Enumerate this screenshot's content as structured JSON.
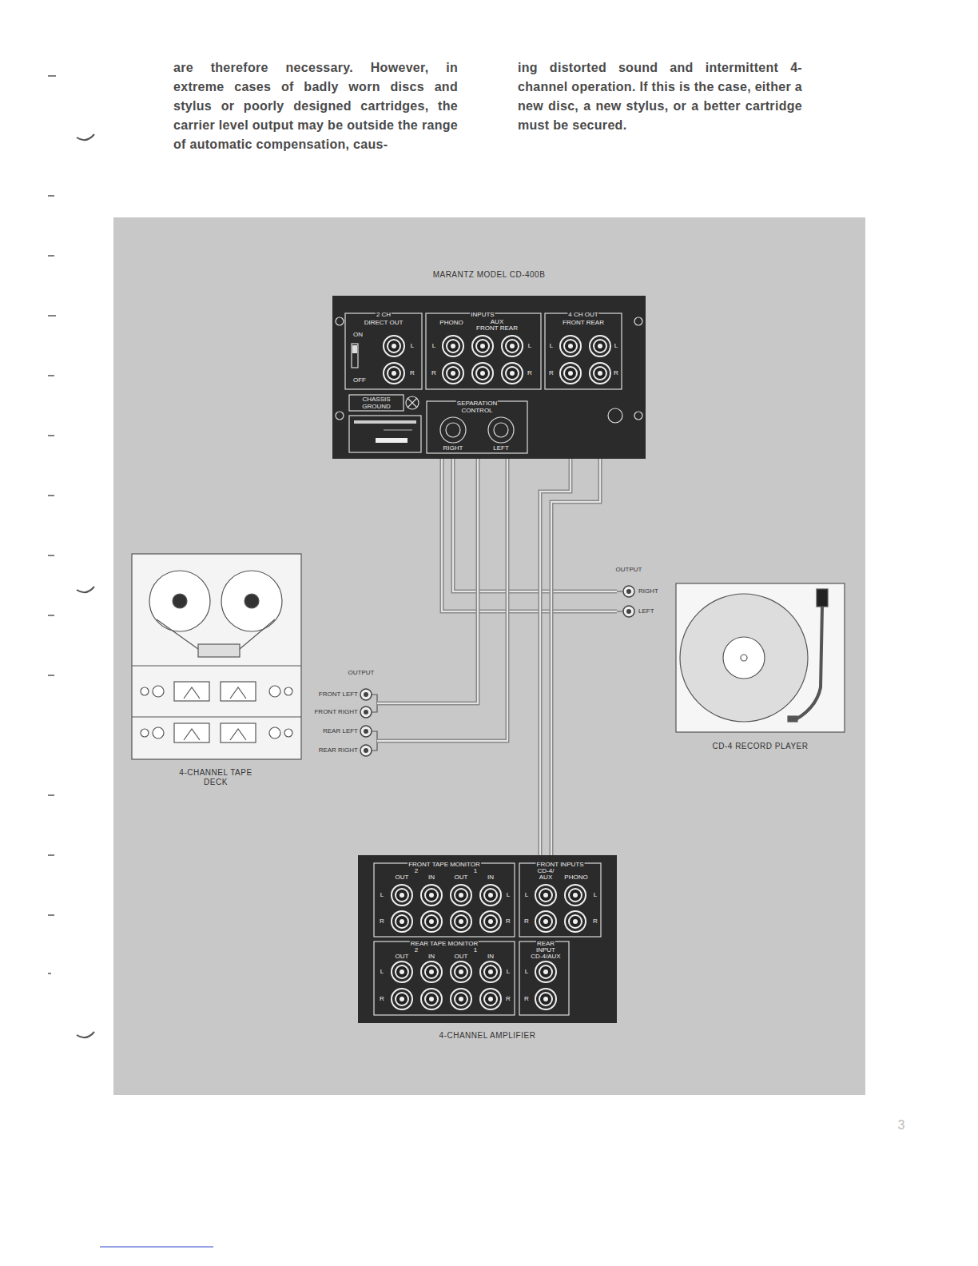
{
  "diagram": {
    "nodes": [
      {
        "text": [
          "MARANTZ MODEL CD-400B"
        ]
      },
      {
        "text": [
          "4-CHANNEL TAPE DECK"
        ]
      },
      {
        "text": [
          "CD-4 RECORD PLAYER"
        ]
      },
      {
        "text": [
          "4-CHANNEL AMPLIFIER"
        ]
      }
    ],
    "edges": [
      {
        "from": 2,
        "to": 0,
        "arrow": "none"
      },
      {
        "from": 1,
        "to": 0,
        "arrow": "none"
      },
      {
        "from": 0,
        "to": 3,
        "arrow": "none"
      }
    ],
    "labels": [
      "are therefore necessary. However, in extreme cases of badly worn discs and stylus or poorly designed cartridges, the carrier level output may be outside the range of automatic compensation, caus-",
      "ing distorted sound and intermittent 4-channel operation. If this is the case, either a new disc, a new stylus, or a better cartridge must be secured.",
      "2 CH",
      "DIRECT OUT",
      "ON",
      "OFF",
      "INPUTS",
      "PHONO",
      "AUX",
      "FRONT REAR",
      "4 CH OUT",
      "FRONT REAR",
      "L",
      "R",
      "L",
      "R",
      "L",
      "R",
      "L",
      "R",
      "L",
      "R",
      "CHASSIS",
      "GROUND",
      "SEPARATION",
      "CONTROL",
      "RIGHT",
      "LEFT",
      "OUTPUT",
      "RIGHT",
      "LEFT",
      "OUTPUT",
      "FRONT LEFT",
      "FRONT RIGHT",
      "REAR LEFT",
      "REAR RIGHT",
      "FRONT TAPE MONITOR",
      "2",
      "OUT",
      "IN",
      "1",
      "OUT",
      "IN",
      "L",
      "R",
      "L",
      "R",
      "FRONT INPUTS",
      "CD-4/",
      "AUX",
      "PHONO",
      "L",
      "R",
      "L",
      "R",
      "REAR TAPE MONITOR",
      "2",
      "OUT",
      "IN",
      "1",
      "OUT",
      "IN",
      "L",
      "R",
      "L",
      "R",
      "REAR",
      "INPUT",
      "CD-4/AUX",
      "L",
      "R",
      "3"
    ]
  }
}
